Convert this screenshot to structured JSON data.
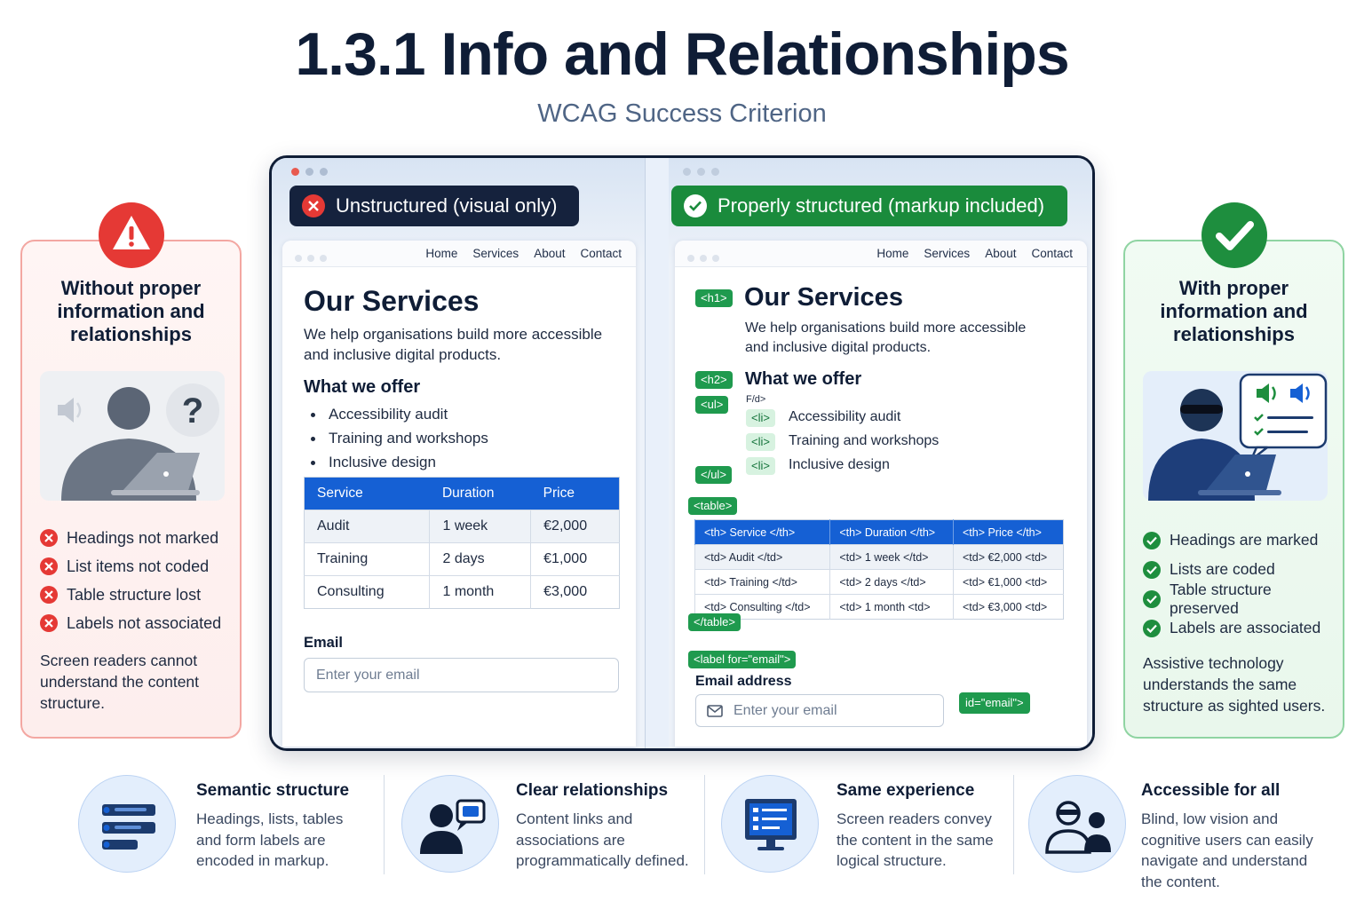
{
  "header": {
    "title": "1.3.1 Info and Relationships",
    "subtitle": "WCAG Success Criterion"
  },
  "left_panel": {
    "heading": "Without proper information and relationships",
    "issues": [
      "Headings not marked",
      "List items not coded",
      "Table structure lost",
      "Labels not associated"
    ],
    "footer": "Screen readers cannot understand the content structure.",
    "badge_icon": "warning-icon",
    "illustration_glyph": "?"
  },
  "right_panel": {
    "heading": "With proper information and relationships",
    "benefits": [
      "Headings are marked",
      "Lists are coded",
      "Table structure preserved",
      "Labels are associated"
    ],
    "footer": "Assistive technology understands the same structure as sighted users.",
    "badge_icon": "check-icon"
  },
  "nav": [
    "Home",
    "Services",
    "About",
    "Contact"
  ],
  "unstructured": {
    "banner": "Unstructured (visual only)",
    "h1": "Our Services",
    "intro": "We help organisations build more accessible and inclusive digital products.",
    "h2": "What we offer",
    "list": [
      "Accessibility audit",
      "Training and workshops",
      "Inclusive design"
    ],
    "table_headers": [
      "Service",
      "Duration",
      "Price"
    ],
    "table_rows": [
      [
        "Audit",
        "1 week",
        "€2,000"
      ],
      [
        "Training",
        "2 days",
        "€1,000"
      ],
      [
        "Consulting",
        "1 month",
        "€3,000"
      ]
    ],
    "label": "Email",
    "placeholder": "Enter your email"
  },
  "structured": {
    "banner": "Properly structured (markup included)",
    "h1": "Our Services",
    "h1_tag": "<h1>",
    "intro": "We help organisations build more accessible and inclusive digital products.",
    "h2": "What we offer",
    "h2_tag": "<h2>",
    "ul_tag": "<ul>",
    "ul_close_tag": "</ul>",
    "stray_text": "F/d>",
    "li_tag": "<li>",
    "list": [
      "Accessibility audit",
      "Training and workshops",
      "Inclusive design"
    ],
    "table_tag": "<table>",
    "table_close_tag": "</table>",
    "table_headers": [
      "<th> Service </th>",
      "<th> Duration </th>",
      "<th> Price </th>"
    ],
    "table_rows": [
      [
        "<td> Audit </td>",
        "<td> 1 week </td>",
        "<td> €2,000 <td>"
      ],
      [
        "<td> Training </td>",
        "<td> 2 days </td>",
        "<td> €1,000 <td>"
      ],
      [
        "<td> Consulting </td>",
        "<td> 1 month <td>",
        "<td> €3,000 <td>"
      ]
    ],
    "label_tag": "<label for=\"email\">",
    "label": "Email address",
    "placeholder": "Enter your email",
    "id_tag": "id=\"email\">"
  },
  "features": [
    {
      "title": "Semantic structure",
      "desc": "Headings, lists, tables and form labels are encoded in markup.",
      "icon": "structure-list-icon"
    },
    {
      "title": "Clear relationships",
      "desc": "Content links and associations are programmatically defined.",
      "icon": "person-chat-icon"
    },
    {
      "title": "Same experience",
      "desc": "Screen readers convey the content in the same logical structure.",
      "icon": "monitor-list-icon"
    },
    {
      "title": "Accessible for all",
      "desc": "Blind, low vision and cognitive users can easily navigate and understand the content.",
      "icon": "users-icon"
    }
  ],
  "colors": {
    "error": "#e53935",
    "success": "#1e8e3e",
    "primary": "#1560d4",
    "dark": "#0f1d36"
  }
}
